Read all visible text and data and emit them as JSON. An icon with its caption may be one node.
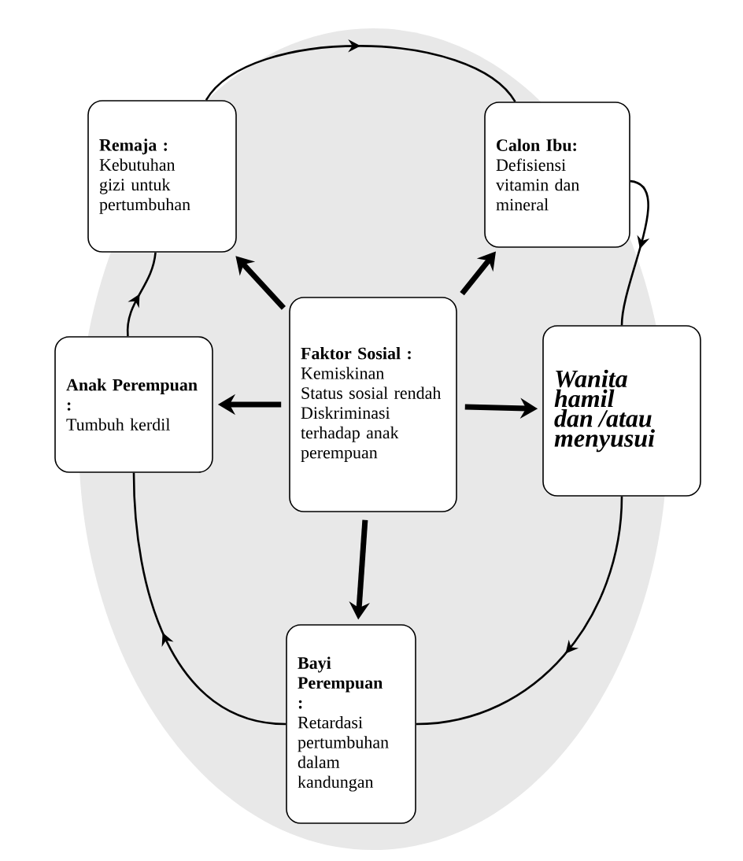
{
  "diagram": {
    "nodes": [
      {
        "text": [
          "Faktor Sosial :",
          "Kemiskinan",
          "Status sosial rendah",
          "Diskriminasi terhadap anak perempuan"
        ]
      },
      {
        "text": [
          "Remaja :",
          "Kebutuhan gizi untuk pertumbuhan"
        ]
      },
      {
        "text": [
          "Calon Ibu:",
          "Defisiensi vitamin dan mineral"
        ]
      },
      {
        "text": [
          "Wanita hamil dan /atau menyusui"
        ]
      },
      {
        "text": [
          "Bayi Perempuan :",
          "Retardasi pertumbuhan dalam kandungan"
        ]
      },
      {
        "text": [
          "Anak Perempuan :",
          "Tumbuh kerdil"
        ]
      }
    ],
    "edges": [
      {
        "from": 0,
        "to": 1,
        "arrow": "to",
        "style": "thick"
      },
      {
        "from": 0,
        "to": 2,
        "arrow": "to",
        "style": "thick"
      },
      {
        "from": 0,
        "to": 3,
        "arrow": "to",
        "style": "thick"
      },
      {
        "from": 0,
        "to": 4,
        "arrow": "to",
        "style": "thick"
      },
      {
        "from": 0,
        "to": 5,
        "arrow": "to",
        "style": "thick"
      },
      {
        "from": 1,
        "to": 2,
        "arrow": "to"
      },
      {
        "from": 2,
        "to": 3,
        "arrow": "to"
      },
      {
        "from": 3,
        "to": 4,
        "arrow": "to"
      },
      {
        "from": 4,
        "to": 5,
        "arrow": "to"
      },
      {
        "from": 5,
        "to": 1,
        "arrow": "to"
      }
    ]
  }
}
